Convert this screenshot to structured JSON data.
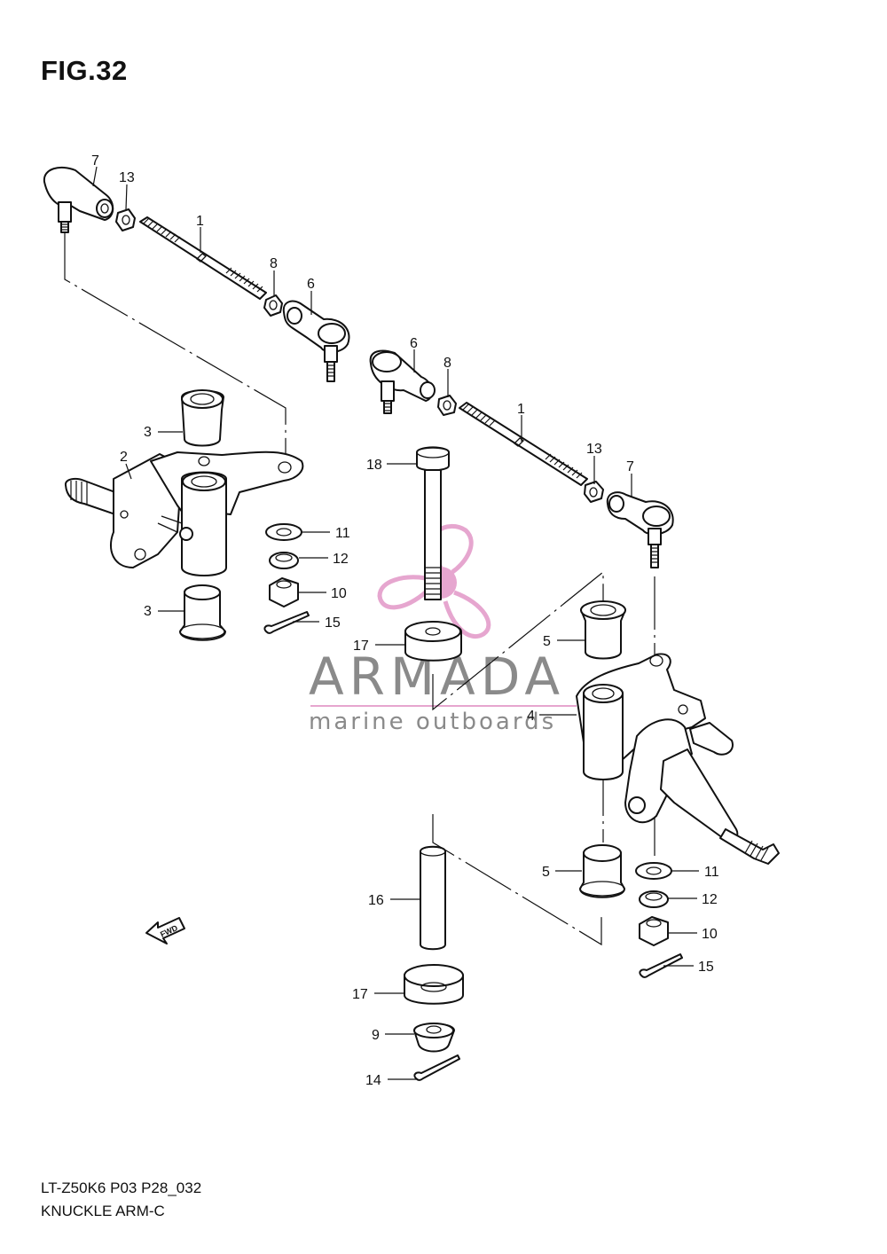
{
  "figure": {
    "title": "FIG.32",
    "model_code": "LT-Z50K6 P03 P28_032",
    "name": "KNUCKLE ARM-C"
  },
  "watermark": {
    "brand": "ARMADA",
    "tagline": "marine outboards",
    "brand_color": "#8a8a8a",
    "logo_color": "#e6a6cf"
  },
  "direction_marker": {
    "label": "FWD",
    "icon": "fwd-arrow-icon"
  },
  "callouts": [
    {
      "id": "c7a",
      "label": "7"
    },
    {
      "id": "c13a",
      "label": "13"
    },
    {
      "id": "c1a",
      "label": "1"
    },
    {
      "id": "c8a",
      "label": "8"
    },
    {
      "id": "c6a",
      "label": "6"
    },
    {
      "id": "c6b",
      "label": "6"
    },
    {
      "id": "c8b",
      "label": "8"
    },
    {
      "id": "c1b",
      "label": "1"
    },
    {
      "id": "c13b",
      "label": "13"
    },
    {
      "id": "c7b",
      "label": "7"
    },
    {
      "id": "c3a",
      "label": "3"
    },
    {
      "id": "c2",
      "label": "2"
    },
    {
      "id": "c18",
      "label": "18"
    },
    {
      "id": "c11a",
      "label": "11"
    },
    {
      "id": "c12a",
      "label": "12"
    },
    {
      "id": "c10a",
      "label": "10"
    },
    {
      "id": "c3b",
      "label": "3"
    },
    {
      "id": "c15a",
      "label": "15"
    },
    {
      "id": "c17a",
      "label": "17"
    },
    {
      "id": "c5a",
      "label": "5"
    },
    {
      "id": "c4",
      "label": "4"
    },
    {
      "id": "c16",
      "label": "16"
    },
    {
      "id": "c5b",
      "label": "5"
    },
    {
      "id": "c11b",
      "label": "11"
    },
    {
      "id": "c12b",
      "label": "12"
    },
    {
      "id": "c10b",
      "label": "10"
    },
    {
      "id": "c15b",
      "label": "15"
    },
    {
      "id": "c17b",
      "label": "17"
    },
    {
      "id": "c9",
      "label": "9"
    },
    {
      "id": "c14",
      "label": "14"
    }
  ]
}
